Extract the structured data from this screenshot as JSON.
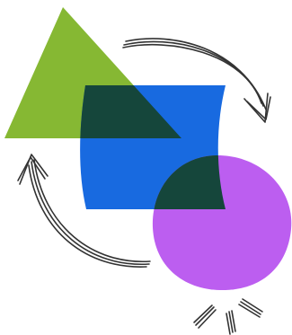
{
  "illustration": {
    "shapes": [
      {
        "kind": "triangle",
        "color": "#86b833"
      },
      {
        "kind": "wavy-rectangle",
        "color": "#186ae0"
      },
      {
        "kind": "blob-circle",
        "color": "#bc5ef0"
      }
    ],
    "overlap_color": "#15463b",
    "stroke_color": "#333333",
    "arrows": [
      "top-right-arrow",
      "left-arrow"
    ],
    "spark_marks": 3
  }
}
